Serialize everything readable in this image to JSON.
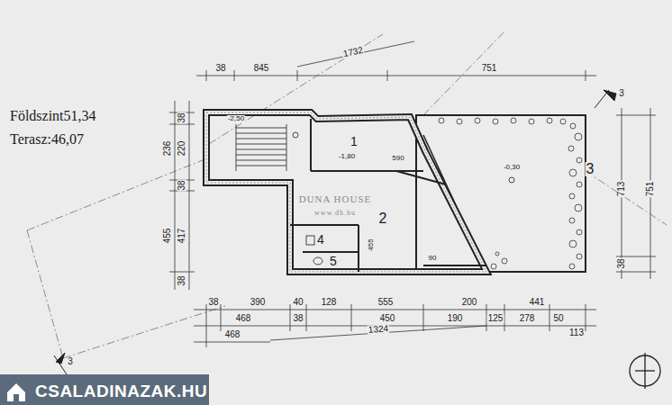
{
  "diagram": {
    "labels": [
      "Földszint51,34",
      "Terasz:46,07",
      "1732",
      "38",
      "845",
      "751",
      "38",
      "236",
      "220",
      "38",
      "455",
      "417",
      "38",
      "713",
      "751",
      "38",
      "38",
      "390",
      "40",
      "128",
      "555",
      "200",
      "441",
      "468",
      "38",
      "450",
      "190",
      "125",
      "278",
      "50",
      "113",
      "468",
      "1324",
      "1",
      "-1,80",
      "-2,50",
      "590",
      "3",
      "-0,30",
      "2",
      "4",
      "5",
      "455",
      "90",
      "DUNA HOUSE",
      "www.dh.hu",
      "CSALADINAZAK.HU",
      "3",
      "3"
    ]
  }
}
